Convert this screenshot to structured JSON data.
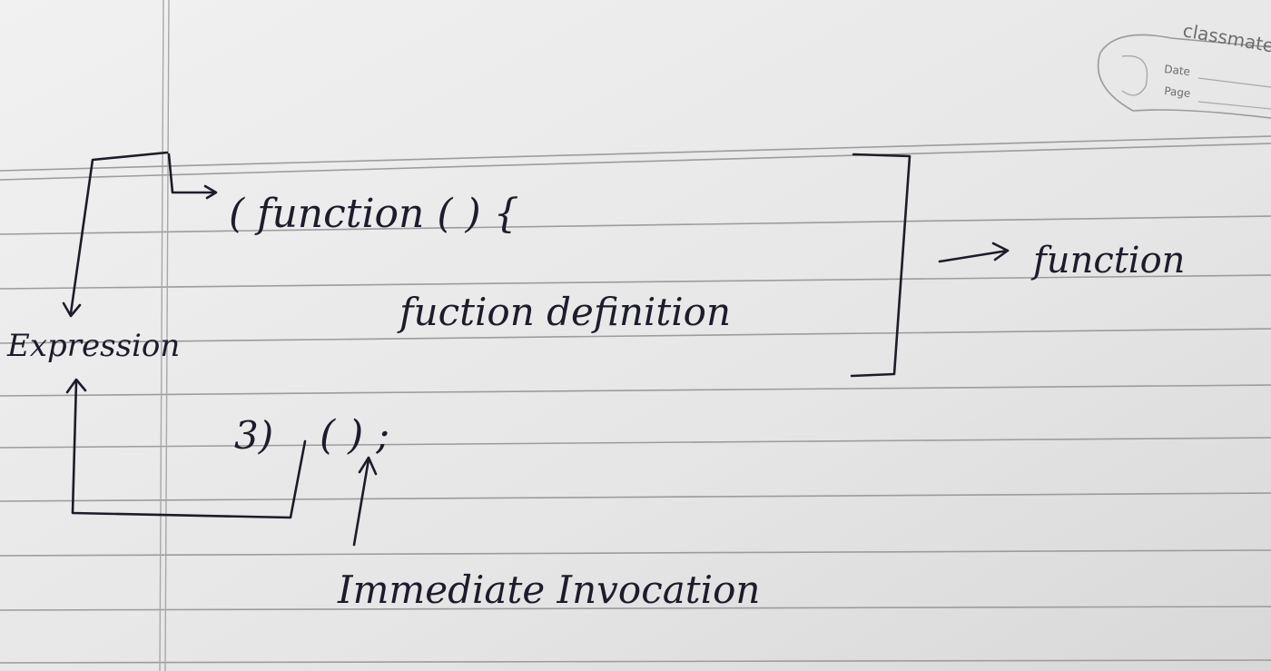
{
  "brand": {
    "name": "classmate",
    "date_label": "Date",
    "page_label": "Page"
  },
  "code": {
    "line1": "( function ( ) {",
    "line2": "fuction definition",
    "line3": "3)",
    "line3_call": "( ) ;"
  },
  "labels": {
    "expression": "Expression",
    "function": "function",
    "invocation": "Immediate Invocation"
  }
}
